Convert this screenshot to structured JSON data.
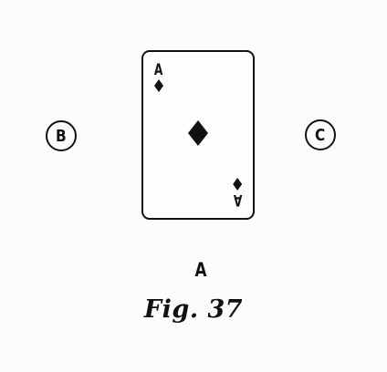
{
  "figure": {
    "caption": "Fig. 37",
    "card": {
      "rank": "A",
      "suit": "diamond-icon"
    },
    "labels": {
      "below_card": "A",
      "left": "B",
      "right": "C"
    },
    "colors": {
      "ink": "#111111",
      "paper": "#fcfcfc"
    }
  }
}
